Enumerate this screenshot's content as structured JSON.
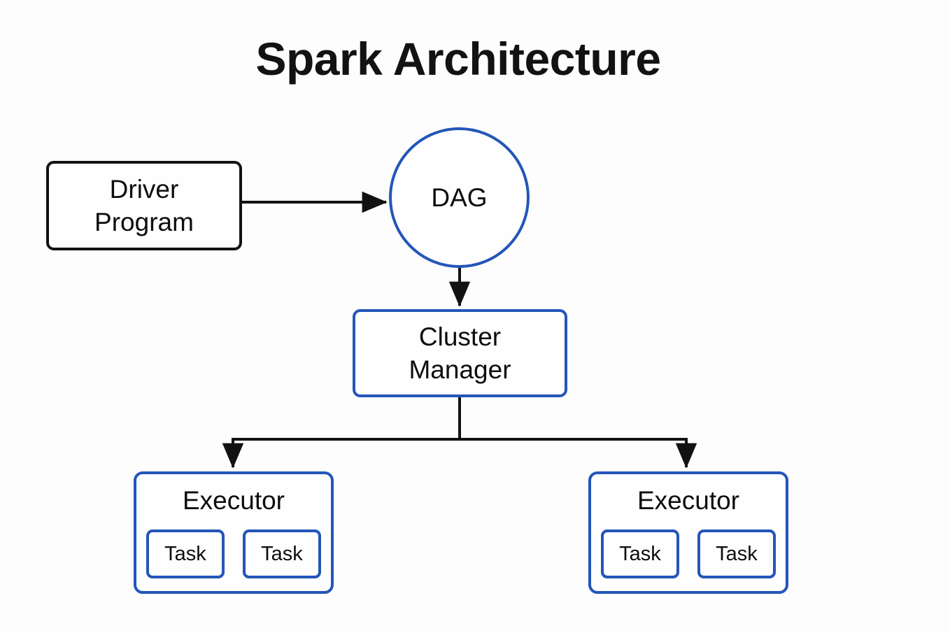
{
  "title": "Spark Architecture",
  "theme": {
    "background": "#fdfdfd",
    "black_stroke": "#121212",
    "blue_stroke": "#2356b8",
    "text": "#0d0d0f"
  },
  "diagram": {
    "type": "flowchart",
    "nodes": {
      "driver": {
        "label": "Driver\nProgram",
        "shape": "rounded-rectangle",
        "border_color": "#121212"
      },
      "dag": {
        "label": "DAG",
        "shape": "circle",
        "border_color": "#2356b8"
      },
      "cluster_manager": {
        "label": "Cluster\nManager",
        "shape": "rounded-rectangle",
        "border_color": "#2356b8"
      },
      "executor_left": {
        "label": "Executor",
        "shape": "rounded-rectangle",
        "border_color": "#2356b8",
        "tasks": [
          {
            "label": "Task"
          },
          {
            "label": "Task"
          }
        ]
      },
      "executor_right": {
        "label": "Executor",
        "shape": "rounded-rectangle",
        "border_color": "#2356b8",
        "tasks": [
          {
            "label": "Task"
          },
          {
            "label": "Task"
          }
        ]
      }
    },
    "edges": [
      {
        "from": "driver",
        "to": "dag",
        "direction": "right",
        "style": "solid-arrow",
        "color": "#121212"
      },
      {
        "from": "dag",
        "to": "cluster_manager",
        "direction": "down",
        "style": "solid-arrow",
        "color": "#121212"
      },
      {
        "from": "cluster_manager",
        "to": "executor_left",
        "direction": "down-branch-left",
        "style": "solid-arrow",
        "color": "#121212"
      },
      {
        "from": "cluster_manager",
        "to": "executor_right",
        "direction": "down-branch-right",
        "style": "solid-arrow",
        "color": "#121212"
      }
    ]
  }
}
